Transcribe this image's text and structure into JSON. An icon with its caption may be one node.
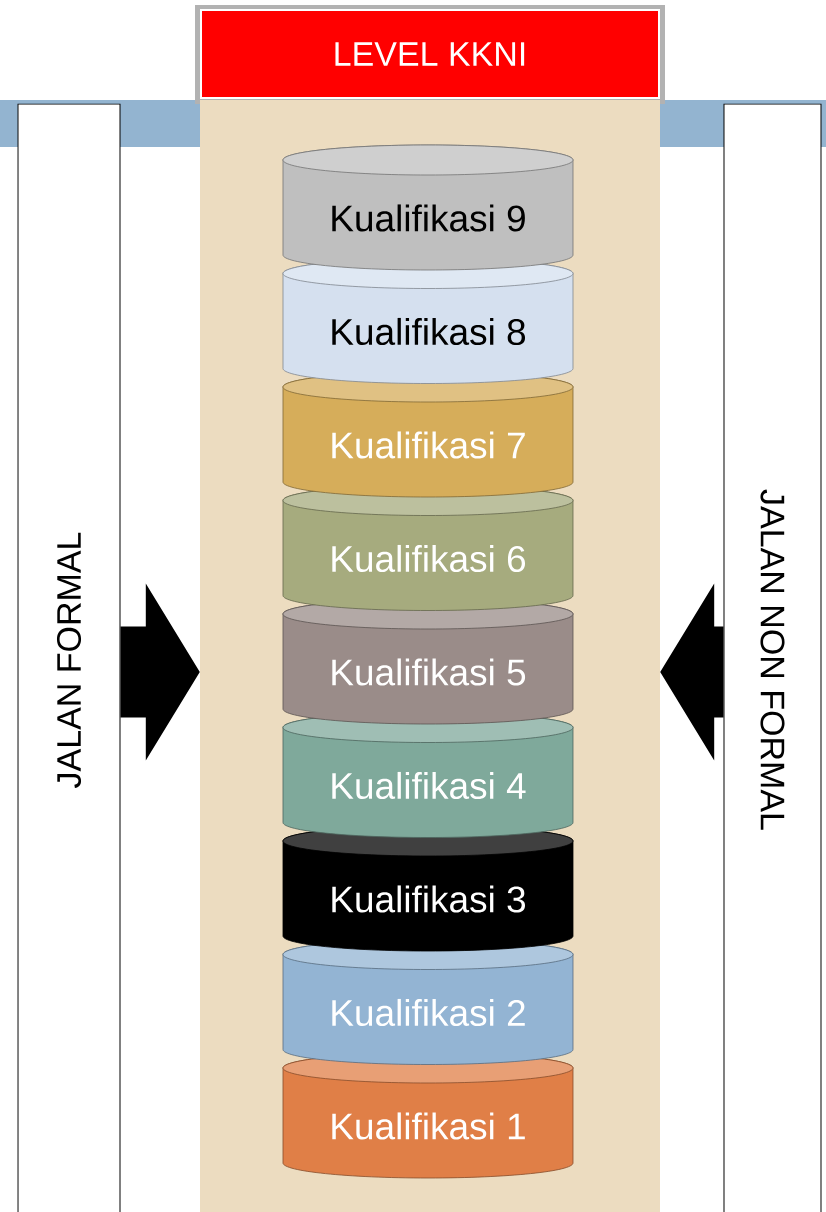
{
  "diagram": {
    "nodes": [
      {
        "text": [
          "LEVEL KKNI"
        ]
      },
      {
        "text": [
          "JALAN FORMAL"
        ]
      },
      {
        "text": [
          "JALAN NON FORMAL"
        ]
      },
      {
        "text": [],
        "shape": "box"
      },
      {
        "text": [
          "Kualifikasi 9"
        ],
        "in": 3
      },
      {
        "text": [
          "Kualifikasi 8"
        ],
        "in": 3
      },
      {
        "text": [
          "Kualifikasi 7"
        ],
        "in": 3
      },
      {
        "text": [
          "Kualifikasi 6"
        ],
        "in": 3
      },
      {
        "text": [
          "Kualifikasi 5"
        ],
        "in": 3
      },
      {
        "text": [
          "Kualifikasi 4"
        ],
        "in": 3
      },
      {
        "text": [
          "Kualifikasi 3"
        ],
        "in": 3
      },
      {
        "text": [
          "Kualifikasi 2"
        ],
        "in": 3
      },
      {
        "text": [
          "Kualifikasi 1"
        ],
        "in": 3
      }
    ],
    "edges": [
      {
        "from": 1,
        "to": 3,
        "arrow": "to"
      },
      {
        "from": 2,
        "to": 3,
        "arrow": "to"
      }
    ]
  }
}
